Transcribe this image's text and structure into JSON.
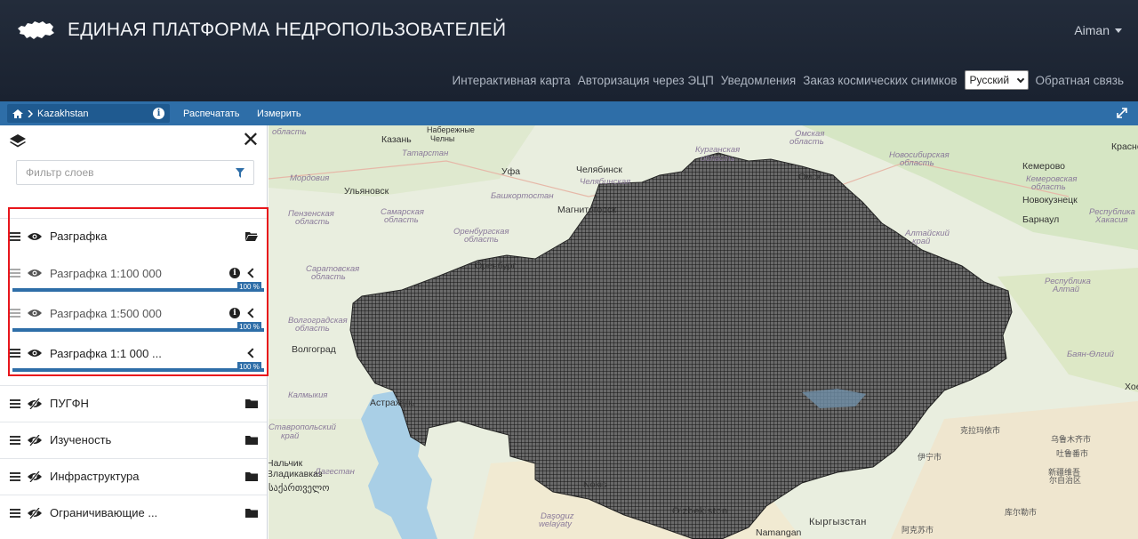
{
  "header": {
    "title": "ЕДИНАЯ ПЛАТФОРМА НЕДРОПОЛЬЗОВАТЕЛЕЙ",
    "user": "Aiman",
    "nav": [
      "Интерактивная карта",
      "Авторизация через ЭЦП",
      "Уведомления",
      "Заказ космических снимков"
    ],
    "language": "Русский",
    "feedback": "Обратная связь"
  },
  "toolbar": {
    "breadcrumb": "Kazakhstan",
    "print": "Распечатать",
    "measure": "Измерить"
  },
  "panel": {
    "filter_placeholder": "Фильтр слоев",
    "layers": [
      {
        "label": "Разграфка",
        "visible": true,
        "type": "group"
      },
      {
        "label": "Разграфка 1:100 000",
        "visible": true,
        "type": "sub",
        "opacity": "100 %",
        "info": true
      },
      {
        "label": "Разграфка 1:500 000",
        "visible": true,
        "type": "sub",
        "opacity": "100 %",
        "info": true
      },
      {
        "label": "Разграфка 1:1 000 ...",
        "visible": true,
        "type": "sub",
        "opacity": "100 %",
        "info": false
      },
      {
        "label": "ПУГФН",
        "visible": false,
        "type": "group"
      },
      {
        "label": "Изученость",
        "visible": false,
        "type": "group"
      },
      {
        "label": "Инфраструктура",
        "visible": false,
        "type": "group"
      },
      {
        "label": "Ограничивающие ...",
        "visible": false,
        "type": "group"
      }
    ]
  },
  "map": {
    "labels": {
      "oblast_top": "область",
      "kazan": "Казань",
      "naberezhnye": "Набережные",
      "chelny": "Челны",
      "tatarstan": "Татарстан",
      "kurgan": "Курганская",
      "kurgan2": "область",
      "omsk_obl": "Омская",
      "omsk_obl2": "область",
      "novosib": "Новосибирская",
      "novosib2": "область",
      "kemerovo": "Кемерово",
      "kemerovo_obl": "Кемеровская",
      "kemerovo_obl2": "область",
      "novokuz": "Новокузнецк",
      "krasno": "Красно",
      "ufa": "Уфа",
      "chelyabinsk": "Челябинск",
      "chelyab_obl": "Челябинская",
      "omsk": "Омск",
      "mordovia": "Мордовия",
      "ulyanovsk": "Ульяновск",
      "bashkort": "Башкортостан",
      "magnitogorsk": "Магнитогорск",
      "barnaul": "Барнаул",
      "khakasia": "Республика",
      "khakasia2": "Хакасия",
      "penza": "Пензенская",
      "penza2": "область",
      "samara": "Самарская",
      "samara2": "область",
      "orenburg_obl": "Оренбургская",
      "orenburg_obl2": "область",
      "altai_krai": "Алтайский",
      "altai_krai2": "край",
      "orenburg": "Оренбург",
      "saratov": "Саратовская",
      "saratov2": "область",
      "altai_rep": "Республика",
      "altai_rep2": "Алтай",
      "volgograd_obl": "Волгоградская",
      "volgograd_obl2": "область",
      "volgograd": "Волгоград",
      "kalmykia": "Калмыкия",
      "astrakhan": "Астрахань",
      "bayan": "Баян-Өлгий",
      "stavropol": "Ставропольский",
      "stavropol2": "край",
      "nalchik": "Нальчик",
      "vladikavkaz": "Владикавказ",
      "georgia": "საქართველო",
      "karamay": "克拉玛依市",
      "urumqi": "乌鲁木齐市",
      "turpan": "吐鲁番市",
      "xinjiang": "新疆维吾",
      "xinjiang2": "尔自治区",
      "yining": "伊宁市",
      "korla": "库尔勒市",
      "aksu": "阿克苏市",
      "nokis": "Nokis",
      "uzbekistan": "O'zbekiston",
      "kyrgyzstan": "Кыргызстан",
      "dasoguz": "Daşoguz",
      "welayaty": "welaýaty",
      "namangan": "Namangan",
      "dagestan": "Дагестан",
      "hoe": "Хое"
    }
  }
}
